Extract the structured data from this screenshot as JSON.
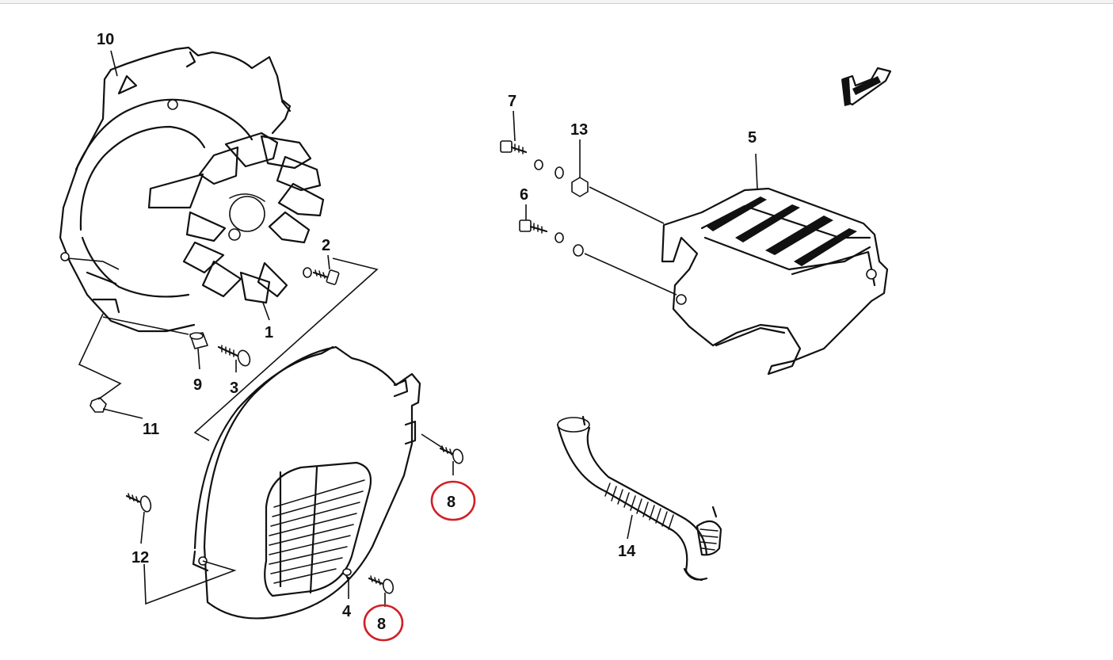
{
  "diagram": {
    "labels": {
      "p1": "1",
      "p2": "2",
      "p3": "3",
      "p4": "4",
      "p5": "5",
      "p6": "6",
      "p7": "7",
      "p8a": "8",
      "p8b": "8",
      "p9": "9",
      "p10": "10",
      "p11": "11",
      "p12": "12",
      "p13": "13",
      "p14": "14"
    },
    "colors": {
      "ink": "#111111",
      "highlight": "#d11f26",
      "background": "#ffffff"
    },
    "highlighted_parts": [
      "8"
    ]
  }
}
